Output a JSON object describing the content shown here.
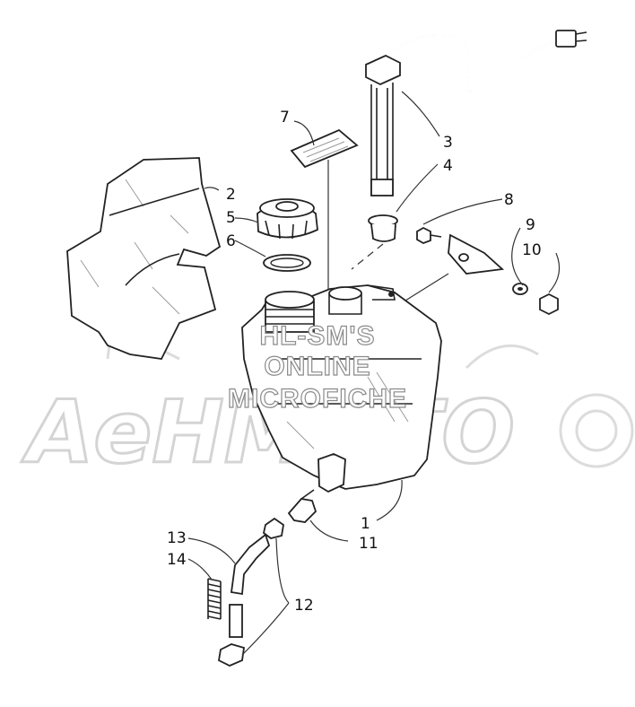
{
  "watermark": {
    "line1": "HL-SM'S",
    "line2": "ONLINE",
    "line3": "MICROFICHE",
    "logo": "AeHMOTO"
  },
  "callouts": [
    "1",
    "2",
    "3",
    "4",
    "5",
    "6",
    "7",
    "8",
    "9",
    "10",
    "11",
    "12",
    "13",
    "14"
  ]
}
